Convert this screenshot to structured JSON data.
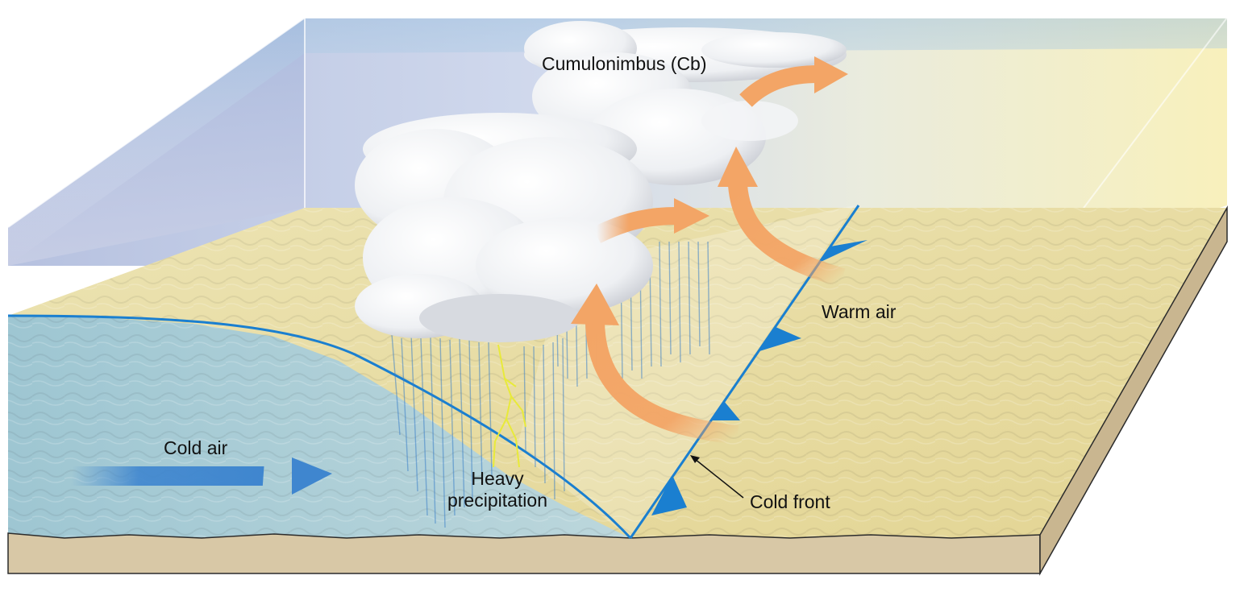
{
  "labels": {
    "cloud": "Cumulonimbus (Cb)",
    "warm_air": "Warm air",
    "cold_air": "Cold air",
    "precip_line1": "Heavy",
    "precip_line2": "precipitation",
    "cold_front": "Cold front"
  },
  "colors": {
    "cold_air_arrow": "#3f86cf",
    "warm_air_arrow": "#f3a566",
    "front_line": "#1a7fd0",
    "front_triangles": "#1a7fd0",
    "ground_warm": "#e9dea0",
    "ground_cold": "#a9cdd6",
    "soil_edge": "#d8c8a6",
    "sky_cold": "#b9c4e2",
    "sky_warm": "#f4ecb4",
    "lightning": "#e8ea3a",
    "rain": "#3a7fc8"
  },
  "icons": {
    "cold_air_arrow": "arrow-right",
    "warm_air_arrows": "curved-arrow-up",
    "front_symbol": "cold-front-triangles"
  }
}
